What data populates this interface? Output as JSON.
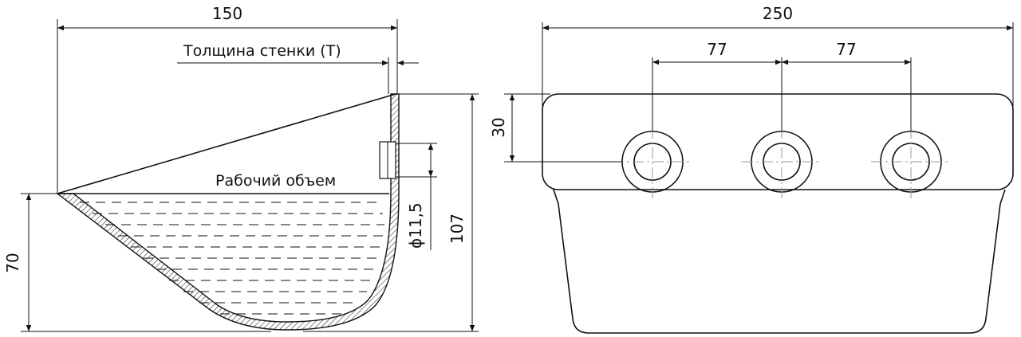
{
  "side_view": {
    "width_dim": "150",
    "wall_label": "Толщина стенки (Т)",
    "volume_label": "Рабочий объем",
    "hole_dim": "ϕ11,5",
    "height_total_dim": "107",
    "height_front_dim": "70"
  },
  "front_view": {
    "width_dim": "250",
    "pitch_left_dim": "77",
    "pitch_right_dim": "77",
    "hole_offset_dim": "30"
  }
}
